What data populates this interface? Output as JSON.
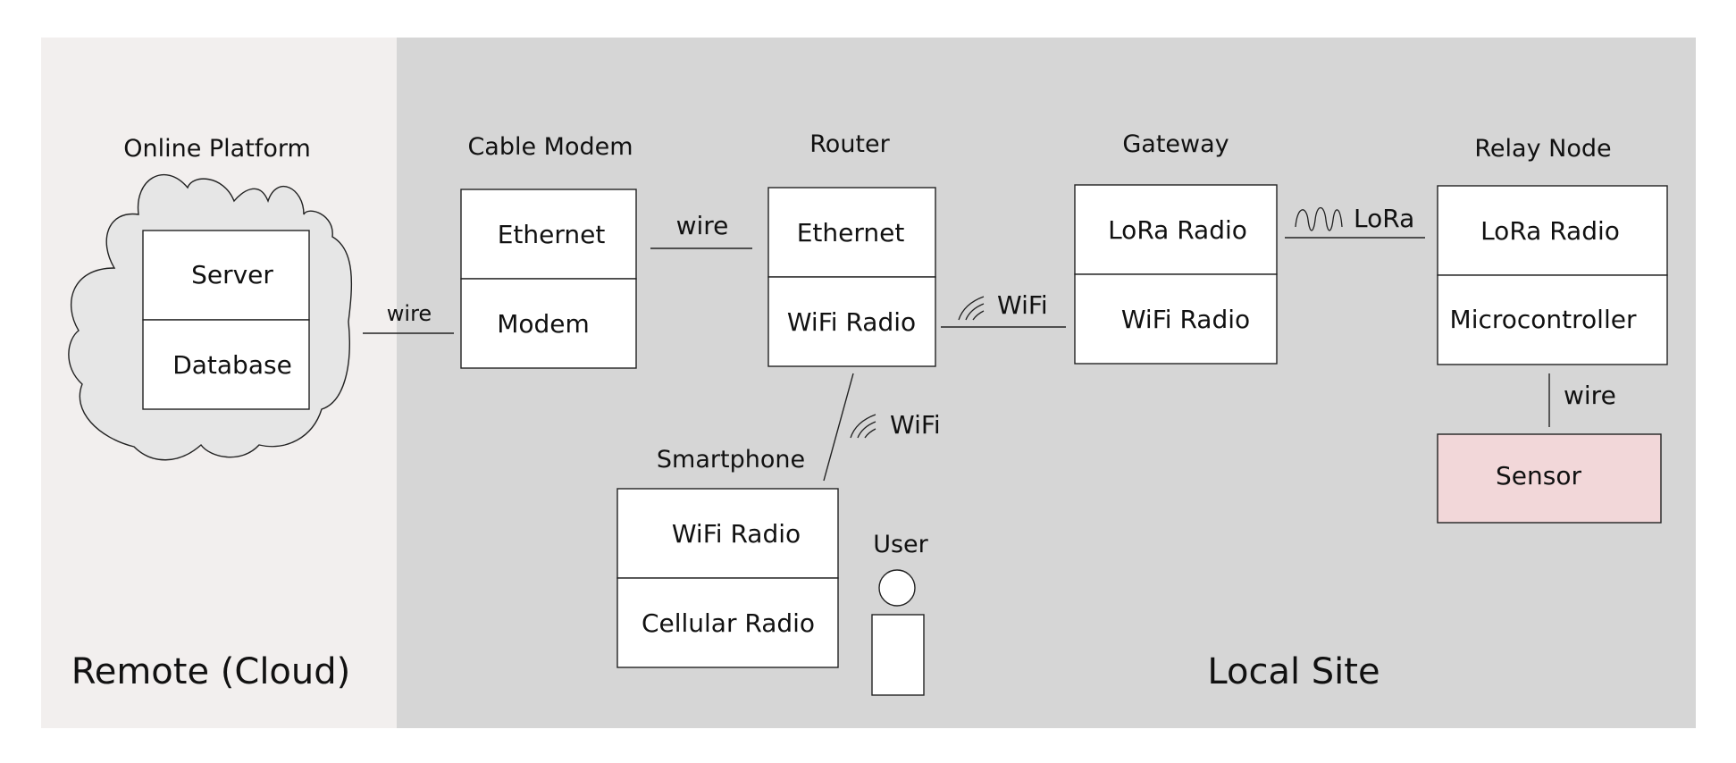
{
  "zones": {
    "remote": {
      "label": "Remote (Cloud)",
      "color": "#f2efee"
    },
    "local": {
      "label": "Local Site",
      "color": "#d6d6d6"
    }
  },
  "nodes": {
    "online_platform": {
      "title": "Online Platform",
      "cells": [
        "Server",
        "Database"
      ]
    },
    "cable_modem": {
      "title": "Cable Modem",
      "cells": [
        "Ethernet",
        "Modem"
      ]
    },
    "router": {
      "title": "Router",
      "cells": [
        "Ethernet",
        "WiFi Radio"
      ]
    },
    "gateway": {
      "title": "Gateway",
      "cells": [
        "LoRa Radio",
        "WiFi Radio"
      ]
    },
    "relay_node": {
      "title": "Relay Node",
      "cells": [
        "LoRa Radio",
        "Microcontroller"
      ]
    },
    "sensor": {
      "title": "Sensor",
      "color": "#f2d7d9"
    },
    "smartphone": {
      "title": "Smartphone",
      "cells": [
        "WiFi Radio",
        "Cellular Radio"
      ]
    },
    "user": {
      "title": "User"
    }
  },
  "links": {
    "platform_modem": "wire",
    "modem_router": "wire",
    "router_gateway": "WiFi",
    "gateway_relay": "LoRa",
    "relay_sensor": "wire",
    "router_smartphone": "WiFi"
  },
  "icons": {
    "wifi": "wifi-signal-icon",
    "lora": "lora-wave-icon",
    "cloud": "cloud-icon",
    "user": "person-icon"
  }
}
